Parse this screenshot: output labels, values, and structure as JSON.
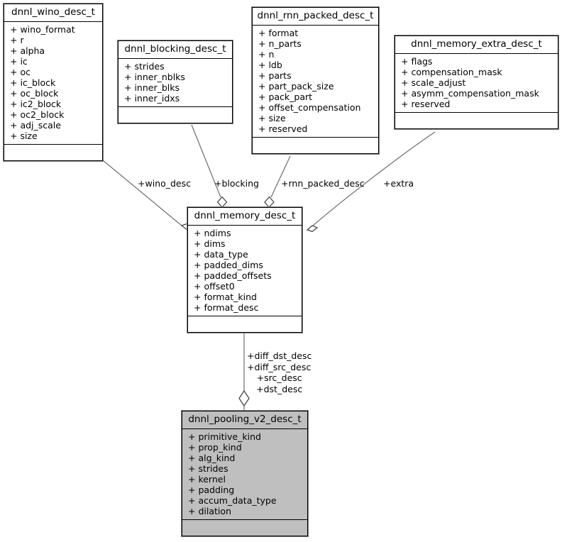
{
  "diagram": {
    "title": "dnnl_pooling_v2_desc_t collaboration diagram",
    "type": "uml-class-collaboration",
    "colors": {
      "background": "#ffffff",
      "box_fill": "#ffffff",
      "highlight_fill": "#bfbfbf",
      "border": "#000000",
      "edge": "#6d6d6d",
      "text": "#000000"
    }
  },
  "classes": [
    {
      "id": "wino",
      "name": "dnnl_wino_desc_t",
      "highlight": false,
      "attributes": [
        "+ wino_format",
        "+ r",
        "+ alpha",
        "+ ic",
        "+ oc",
        "+ ic_block",
        "+ oc_block",
        "+ ic2_block",
        "+ oc2_block",
        "+ adj_scale",
        "+ size"
      ],
      "operations": []
    },
    {
      "id": "blocking",
      "name": "dnnl_blocking_desc_t",
      "highlight": false,
      "attributes": [
        "+ strides",
        "+ inner_nblks",
        "+ inner_blks",
        "+ inner_idxs"
      ],
      "operations": []
    },
    {
      "id": "rnn_packed",
      "name": "dnnl_rnn_packed_desc_t",
      "highlight": false,
      "attributes": [
        "+ format",
        "+ n_parts",
        "+ n",
        "+ ldb",
        "+ parts",
        "+ part_pack_size",
        "+ pack_part",
        "+ offset_compensation",
        "+ size",
        "+ reserved"
      ],
      "operations": []
    },
    {
      "id": "memory_extra",
      "name": "dnnl_memory_extra_desc_t",
      "highlight": false,
      "attributes": [
        "+ flags",
        "+ compensation_mask",
        "+ scale_adjust",
        "+ asymm_compensation_mask",
        "+ reserved"
      ],
      "operations": []
    },
    {
      "id": "memory_desc",
      "name": "dnnl_memory_desc_t",
      "highlight": false,
      "attributes": [
        "+ ndims",
        "+ dims",
        "+ data_type",
        "+ padded_dims",
        "+ padded_offsets",
        "+ offset0",
        "+ format_kind",
        "+ format_desc"
      ],
      "operations": []
    },
    {
      "id": "pooling_v2",
      "name": "dnnl_pooling_v2_desc_t",
      "highlight": true,
      "attributes": [
        "+ primitive_kind",
        "+ prop_kind",
        "+ alg_kind",
        "+ strides",
        "+ kernel",
        "+ padding",
        "+ accum_data_type",
        "+ dilation"
      ],
      "operations": []
    }
  ],
  "edges": [
    {
      "id": "e-wino",
      "from": "wino",
      "to": "memory_desc",
      "label": "+wino_desc",
      "kind": "aggregation"
    },
    {
      "id": "e-blocking",
      "from": "blocking",
      "to": "memory_desc",
      "label": "+blocking",
      "kind": "aggregation"
    },
    {
      "id": "e-rnn",
      "from": "rnn_packed",
      "to": "memory_desc",
      "label": "+rnn_packed_desc",
      "kind": "aggregation"
    },
    {
      "id": "e-extra",
      "from": "memory_extra",
      "to": "memory_desc",
      "label": "+extra",
      "kind": "aggregation"
    },
    {
      "id": "e-pooling",
      "from": "memory_desc",
      "to": "pooling_v2",
      "kind": "aggregation",
      "label_lines": [
        "+diff_dst_desc",
        "+diff_src_desc",
        "+src_desc",
        "+dst_desc"
      ]
    }
  ]
}
